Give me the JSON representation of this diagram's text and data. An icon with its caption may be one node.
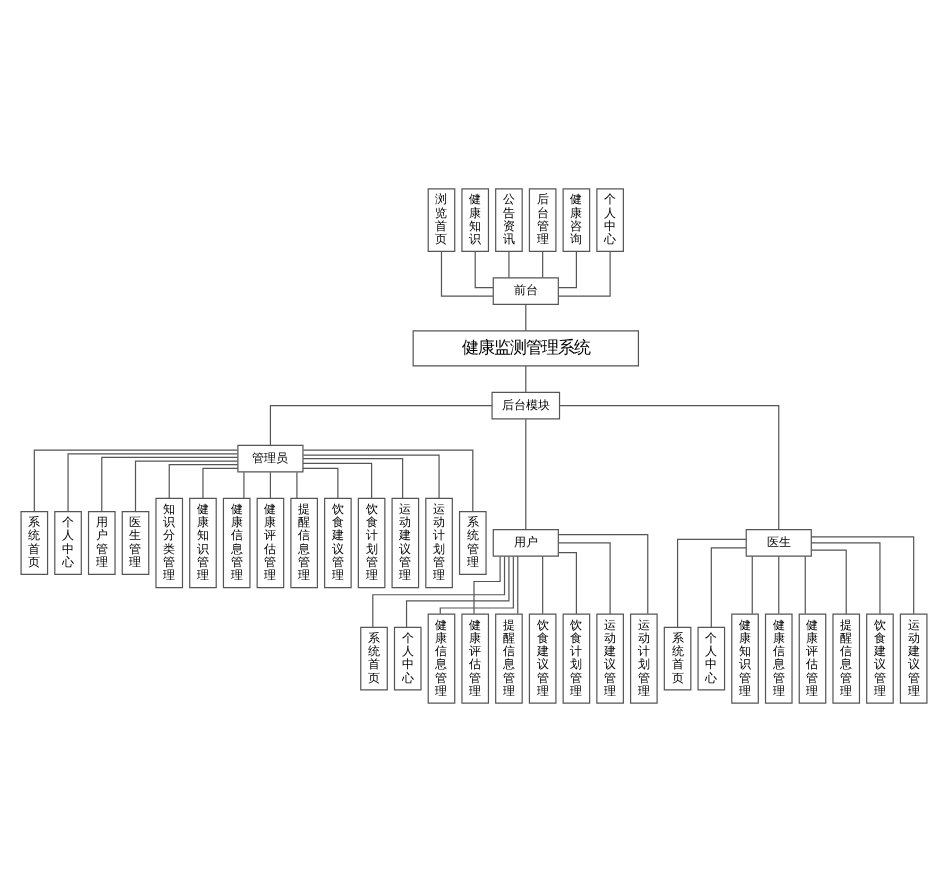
{
  "diagram": {
    "nodes": [
      {
        "text": [
          "浏览首页"
        ]
      },
      {
        "text": [
          "健康知识"
        ]
      },
      {
        "text": [
          "公告资讯"
        ]
      },
      {
        "text": [
          "后台管理"
        ]
      },
      {
        "text": [
          "健康咨询"
        ]
      },
      {
        "text": [
          "个人中心"
        ]
      },
      {
        "text": [
          "前台"
        ]
      },
      {
        "text": [
          "健康监测管理系统"
        ]
      },
      {
        "text": [
          "后台模块"
        ]
      },
      {
        "text": [
          "管理员"
        ]
      },
      {
        "text": [
          "系统首页"
        ]
      },
      {
        "text": [
          "个人中心"
        ]
      },
      {
        "text": [
          "用户管理"
        ]
      },
      {
        "text": [
          "医生管理"
        ]
      },
      {
        "text": [
          "知识分类管理"
        ]
      },
      {
        "text": [
          "健康知识管理"
        ]
      },
      {
        "text": [
          "健康信息管理"
        ]
      },
      {
        "text": [
          "健康评估管理"
        ]
      },
      {
        "text": [
          "提醒信息管理"
        ]
      },
      {
        "text": [
          "饮食建议管理"
        ]
      },
      {
        "text": [
          "饮食计划管理"
        ]
      },
      {
        "text": [
          "运动建议管理"
        ]
      },
      {
        "text": [
          "运动计划管理"
        ]
      },
      {
        "text": [
          "系统管理"
        ]
      },
      {
        "text": [
          "用户"
        ]
      },
      {
        "text": [
          "医生"
        ]
      },
      {
        "text": [
          "系统首页"
        ]
      },
      {
        "text": [
          "个人中心"
        ]
      },
      {
        "text": [
          "健康信息管理"
        ]
      },
      {
        "text": [
          "健康评估管理"
        ]
      },
      {
        "text": [
          "提醒信息管理"
        ]
      },
      {
        "text": [
          "饮食建议管理"
        ]
      },
      {
        "text": [
          "饮食计划管理"
        ]
      },
      {
        "text": [
          "运动建议管理"
        ]
      },
      {
        "text": [
          "运动计划管理"
        ]
      },
      {
        "text": [
          "系统首页"
        ]
      },
      {
        "text": [
          "个人中心"
        ]
      },
      {
        "text": [
          "健康知识管理"
        ]
      },
      {
        "text": [
          "健康信息管理"
        ]
      },
      {
        "text": [
          "健康评估管理"
        ]
      },
      {
        "text": [
          "提醒信息管理"
        ]
      },
      {
        "text": [
          "饮食建议管理"
        ]
      },
      {
        "text": [
          "运动建议管理"
        ]
      }
    ],
    "edges": [
      {
        "from": 0,
        "to": 6,
        "arrow": "none"
      },
      {
        "from": 1,
        "to": 6,
        "arrow": "none"
      },
      {
        "from": 2,
        "to": 6,
        "arrow": "none"
      },
      {
        "from": 3,
        "to": 6,
        "arrow": "none"
      },
      {
        "from": 4,
        "to": 6,
        "arrow": "none"
      },
      {
        "from": 5,
        "to": 6,
        "arrow": "none"
      },
      {
        "from": 6,
        "to": 7,
        "arrow": "none"
      },
      {
        "from": 7,
        "to": 8,
        "arrow": "none"
      },
      {
        "from": 8,
        "to": 24,
        "arrow": "none"
      },
      {
        "from": 8,
        "to": 9,
        "arrow": "none"
      },
      {
        "from": 8,
        "to": 25,
        "arrow": "none"
      },
      {
        "from": 9,
        "to": 10,
        "arrow": "none"
      },
      {
        "from": 9,
        "to": 11,
        "arrow": "none"
      },
      {
        "from": 9,
        "to": 12,
        "arrow": "none"
      },
      {
        "from": 9,
        "to": 13,
        "arrow": "none"
      },
      {
        "from": 9,
        "to": 14,
        "arrow": "none"
      },
      {
        "from": 9,
        "to": 15,
        "arrow": "none"
      },
      {
        "from": 9,
        "to": 16,
        "arrow": "none"
      },
      {
        "from": 9,
        "to": 17,
        "arrow": "none"
      },
      {
        "from": 9,
        "to": 18,
        "arrow": "none"
      },
      {
        "from": 9,
        "to": 19,
        "arrow": "none"
      },
      {
        "from": 9,
        "to": 20,
        "arrow": "none"
      },
      {
        "from": 9,
        "to": 21,
        "arrow": "none"
      },
      {
        "from": 9,
        "to": 22,
        "arrow": "none"
      },
      {
        "from": 9,
        "to": 23,
        "arrow": "none"
      },
      {
        "from": 24,
        "to": 26,
        "arrow": "none"
      },
      {
        "from": 24,
        "to": 27,
        "arrow": "none"
      },
      {
        "from": 24,
        "to": 28,
        "arrow": "none"
      },
      {
        "from": 24,
        "to": 29,
        "arrow": "none"
      },
      {
        "from": 24,
        "to": 30,
        "arrow": "none"
      },
      {
        "from": 24,
        "to": 31,
        "arrow": "none"
      },
      {
        "from": 24,
        "to": 32,
        "arrow": "none"
      },
      {
        "from": 24,
        "to": 33,
        "arrow": "none"
      },
      {
        "from": 24,
        "to": 34,
        "arrow": "none"
      },
      {
        "from": 25,
        "to": 35,
        "arrow": "none"
      },
      {
        "from": 25,
        "to": 36,
        "arrow": "none"
      },
      {
        "from": 25,
        "to": 37,
        "arrow": "none"
      },
      {
        "from": 25,
        "to": 38,
        "arrow": "none"
      },
      {
        "from": 25,
        "to": 39,
        "arrow": "none"
      },
      {
        "from": 25,
        "to": 40,
        "arrow": "none"
      },
      {
        "from": 25,
        "to": 41,
        "arrow": "none"
      },
      {
        "from": 25,
        "to": 42,
        "arrow": "none"
      }
    ]
  }
}
